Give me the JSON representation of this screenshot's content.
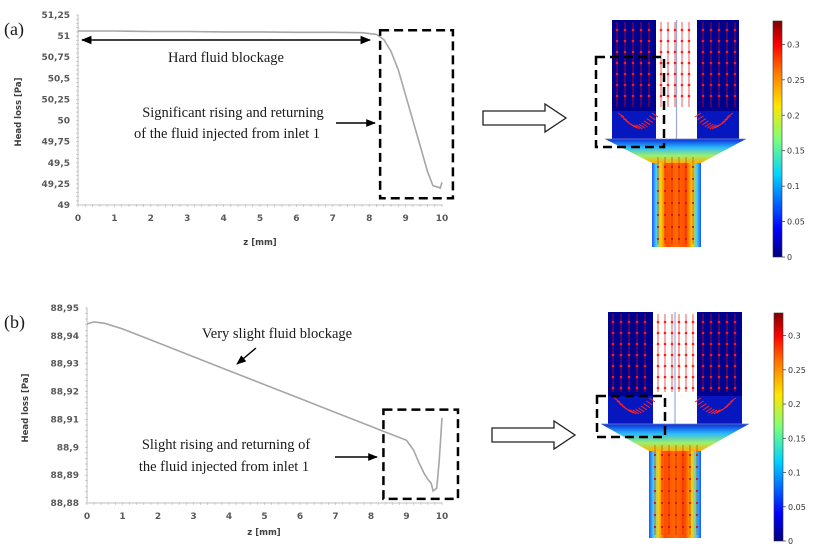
{
  "chart_data": [
    {
      "type": "line",
      "panel_label": "(a)",
      "title": "",
      "xlabel": "z [mm]",
      "ylabel": "Head loss [Pa]",
      "xlim": [
        0,
        10
      ],
      "ylim": [
        49,
        51.25
      ],
      "xticks": [
        "0",
        "1",
        "2",
        "3",
        "4",
        "5",
        "6",
        "7",
        "8",
        "9",
        "10"
      ],
      "yticks": [
        "49",
        "49,25",
        "49,5",
        "49,75",
        "50",
        "50,25",
        "50,5",
        "50,75",
        "51",
        "51,25"
      ],
      "series": [
        {
          "name": "Head loss",
          "color": "#a6a6a6",
          "x": [
            0,
            1,
            2,
            3,
            4,
            5,
            6,
            7,
            7.8,
            8.2,
            8.4,
            8.6,
            8.8,
            9.0,
            9.2,
            9.4,
            9.6,
            9.75,
            9.9,
            9.95,
            10.0
          ],
          "y": [
            51.06,
            51.06,
            51.055,
            51.055,
            51.05,
            51.05,
            51.045,
            51.045,
            51.04,
            51.02,
            50.96,
            50.82,
            50.6,
            50.3,
            50.0,
            49.7,
            49.4,
            49.23,
            49.21,
            49.2,
            49.27
          ]
        }
      ],
      "annotations": [
        {
          "text": "Hard fluid blockage",
          "type": "double-arrow",
          "x_from": 0.1,
          "x_to": 8.1,
          "y": 50.98
        },
        {
          "text_lines": [
            "Significant rising and returning",
            "of the fluid injected  from inlet 1"
          ],
          "type": "arrow",
          "points_to": "highlight-box"
        }
      ],
      "highlight_box": {
        "x_from": 8.3,
        "x_to": 10.3,
        "y_from": 49.08,
        "y_to": 51.07,
        "style": "dashed"
      },
      "grid": false,
      "legend": "none"
    },
    {
      "type": "line",
      "panel_label": "(b)",
      "title": "",
      "xlabel": "z [mm]",
      "ylabel": "Head loss [Pa]",
      "xlim": [
        0,
        10
      ],
      "ylim": [
        88.88,
        88.95
      ],
      "xticks": [
        "0",
        "1",
        "2",
        "3",
        "4",
        "5",
        "6",
        "7",
        "8",
        "9",
        "10"
      ],
      "yticks": [
        "88,88",
        "88,89",
        "88,9",
        "88,91",
        "88,92",
        "88,93",
        "88,94",
        "88,95"
      ],
      "series": [
        {
          "name": "Head loss",
          "color": "#a6a6a6",
          "x": [
            0,
            0.2,
            0.5,
            1,
            2,
            3,
            4,
            5,
            6,
            7,
            8,
            8.5,
            9.0,
            9.2,
            9.35,
            9.5,
            9.6,
            9.7,
            9.75,
            9.85,
            9.92,
            10.0
          ],
          "y": [
            88.9443,
            88.945,
            88.9445,
            88.9425,
            88.9375,
            88.9325,
            88.9275,
            88.9225,
            88.9175,
            88.9125,
            88.9075,
            88.905,
            88.9025,
            88.899,
            88.8945,
            88.8905,
            88.8885,
            88.887,
            88.8843,
            88.8853,
            88.895,
            88.9105
          ]
        }
      ],
      "annotations": [
        {
          "text": "Very slight fluid blockage",
          "type": "arrow",
          "points_to_x": 4.3,
          "points_to_y": 88.927
        },
        {
          "text_lines": [
            "Slight rising and returning of",
            "the fluid injected  from inlet 1"
          ],
          "type": "arrow",
          "points_to": "highlight-box"
        }
      ],
      "highlight_box": {
        "x_from": 8.35,
        "x_to": 10.45,
        "y_from": 88.8815,
        "y_to": 88.9135,
        "style": "dashed"
      },
      "grid": false,
      "legend": "none"
    }
  ],
  "simulations": [
    {
      "panel": "(a)",
      "description": "Velocity field with red flow arrows; annotated dashed box at left recirculation zone",
      "colorbar": {
        "ticks": [
          "0",
          "0.05",
          "0.1",
          "0.15",
          "0.2",
          "0.25",
          "0.3"
        ],
        "min": 0,
        "max": 0.333,
        "colormap": "jet"
      }
    },
    {
      "panel": "(b)",
      "description": "Velocity field with red flow arrows; smaller dashed box near junction",
      "colorbar": {
        "ticks": [
          "0",
          "0.05",
          "0.1",
          "0.15",
          "0.2",
          "0.25",
          "0.3"
        ],
        "min": 0,
        "max": 0.333,
        "colormap": "jet"
      }
    }
  ]
}
